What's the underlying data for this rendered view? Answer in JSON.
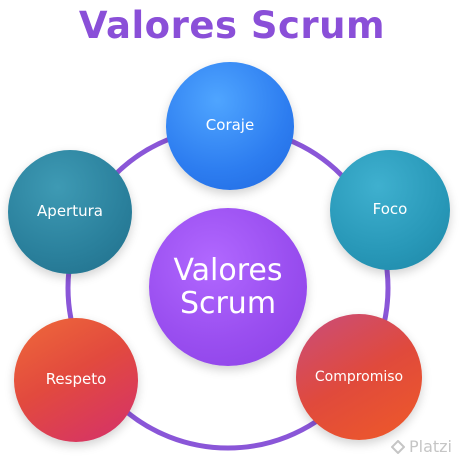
{
  "title": "Valores Scrum",
  "center": {
    "label_line1": "Valores",
    "label_line2": "Scrum"
  },
  "values": {
    "coraje": "Coraje",
    "foco": "Foco",
    "compromiso": "Compromiso",
    "respeto": "Respeto",
    "apertura": "Apertura"
  },
  "watermark": "Platzi",
  "colors": {
    "title": "#8a4fd8",
    "ring": "#8a56d8",
    "center": "#9a4ff0",
    "coraje": "#2d7df0",
    "foco": "#2898b8",
    "apertura": "#2a809c",
    "respeto": "#e24a3e",
    "compromiso": "#e04a3c"
  }
}
